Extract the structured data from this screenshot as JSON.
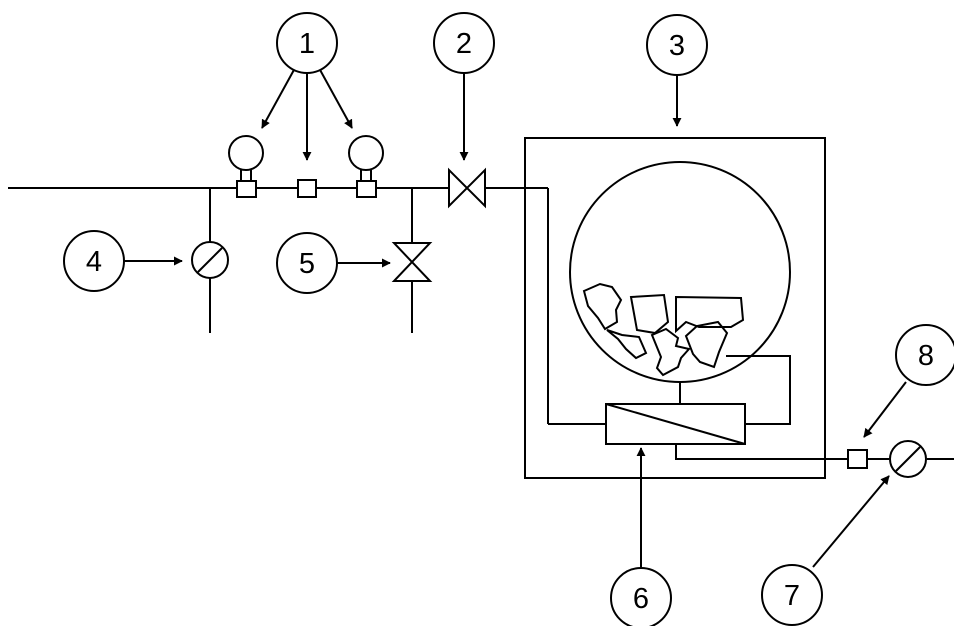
{
  "callouts": [
    {
      "id": "c1",
      "label": "1"
    },
    {
      "id": "c2",
      "label": "2"
    },
    {
      "id": "c3",
      "label": "3"
    },
    {
      "id": "c4",
      "label": "4"
    },
    {
      "id": "c5",
      "label": "5"
    },
    {
      "id": "c6",
      "label": "6"
    },
    {
      "id": "c7",
      "label": "7"
    },
    {
      "id": "c8",
      "label": "8"
    }
  ],
  "colors": {
    "stroke": "#000000",
    "background": "#ffffff"
  }
}
